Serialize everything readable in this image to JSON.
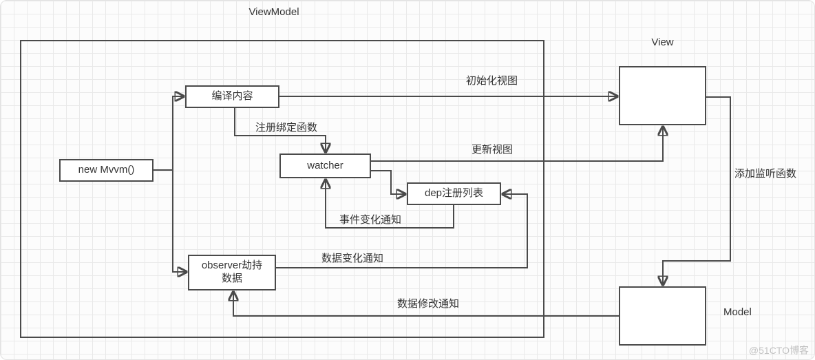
{
  "diagram": {
    "title": "ViewModel",
    "nodes": {
      "new_mvvm": {
        "label": "new Mvvm()"
      },
      "compile": {
        "label": "编译内容"
      },
      "watcher": {
        "label": "watcher"
      },
      "dep": {
        "label": "dep注册列表"
      },
      "observer": {
        "line1": "observer劫持",
        "line2": "数据"
      },
      "view": {
        "label": "View"
      },
      "model": {
        "label": "Model"
      }
    },
    "edges": {
      "init_view": "初始化视图",
      "register_bind": "注册绑定函数",
      "update_view": "更新视图",
      "event_change": "事件变化通知",
      "data_change": "数据变化通知",
      "data_modify": "数据修改通知",
      "add_listener": "添加监听函数"
    },
    "colors": {
      "line": "#4a4a4a",
      "grid": "#e9e9e9",
      "text": "#333333"
    },
    "watermark": "@51CTO博客"
  }
}
